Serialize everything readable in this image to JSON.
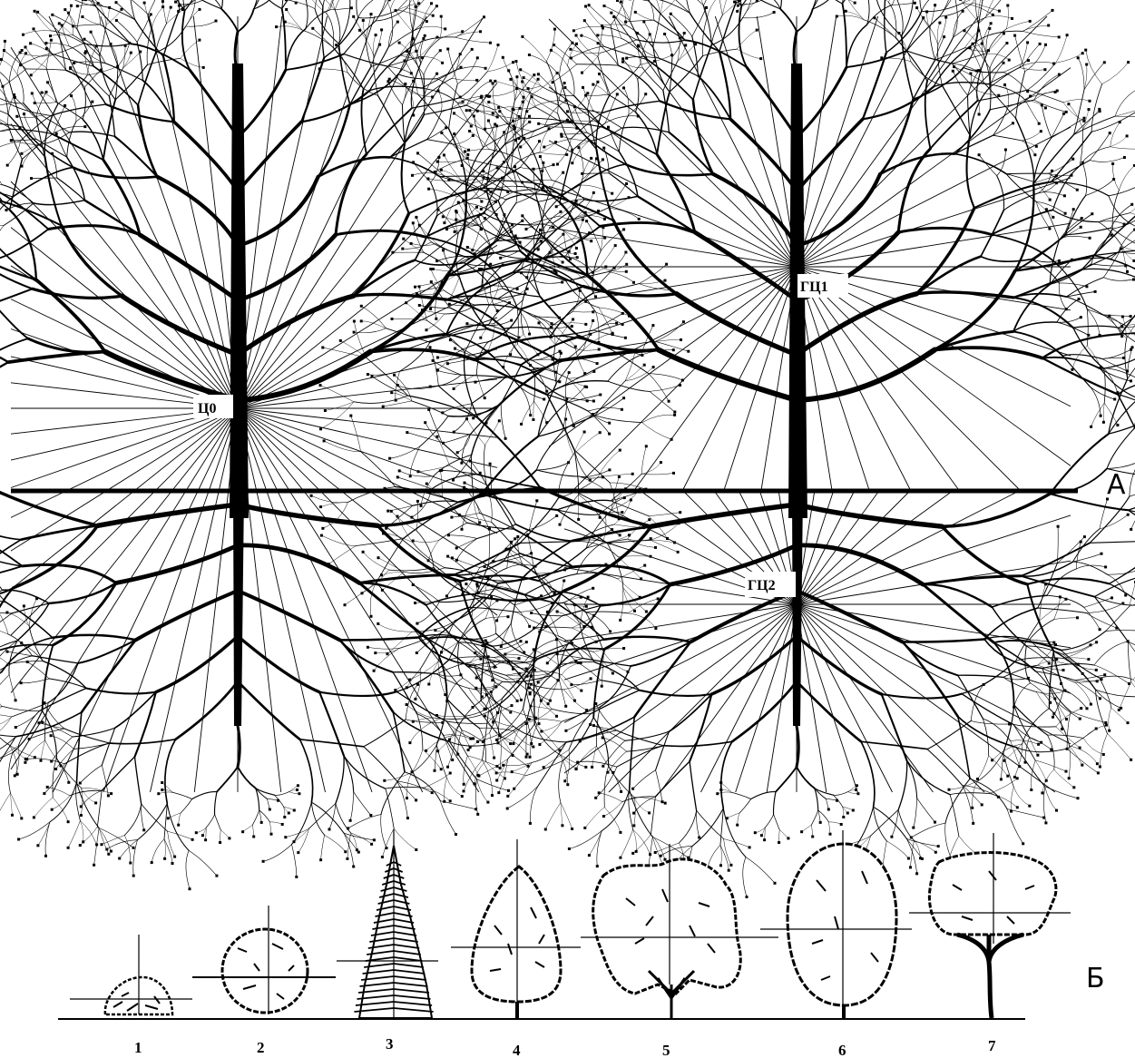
{
  "panel_a": {
    "letter": "А",
    "left_tree": {
      "center_label": "Ц0"
    },
    "right_tree": {
      "crown_center_label": "ГЦ1",
      "root_center_label": "ГЦ2"
    }
  },
  "panel_b": {
    "letter": "Б",
    "shapes": [
      {
        "number": "1"
      },
      {
        "number": "2"
      },
      {
        "number": "3"
      },
      {
        "number": "4"
      },
      {
        "number": "5"
      },
      {
        "number": "6"
      },
      {
        "number": "7"
      }
    ]
  }
}
